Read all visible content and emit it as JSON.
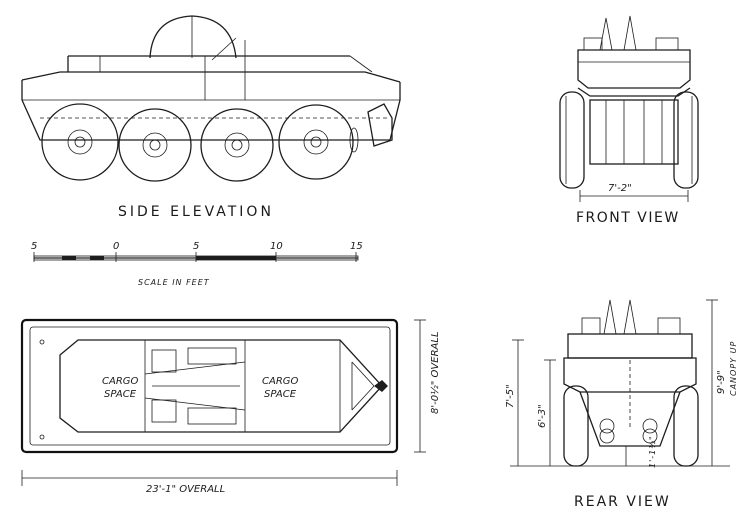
{
  "views": {
    "side": {
      "title": "SIDE ELEVATION"
    },
    "front": {
      "title": "FRONT VIEW",
      "width_dim": "7'-2\""
    },
    "rear": {
      "title": "REAR VIEW",
      "dim_overall_height": "7'-5\"",
      "dim_body_height": "6'-3\"",
      "dim_clearance": "1'-1½\"",
      "dim_canopy": "9'-9\"",
      "canopy_label": "CANOPY UP"
    },
    "plan": {
      "length_dim": "23'-1\" OVERALL",
      "width_dim": "8'-0½\" OVERALL",
      "cargo_left": [
        "CARGO",
        "SPACE"
      ],
      "cargo_right": [
        "CARGO",
        "SPACE"
      ]
    }
  },
  "scale_bar": {
    "ticks": [
      "5",
      "0",
      "5",
      "10",
      "15"
    ],
    "label": "SCALE IN FEET"
  }
}
